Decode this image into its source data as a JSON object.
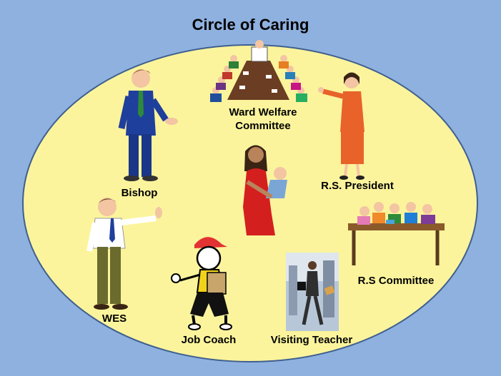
{
  "title": "Circle of Caring",
  "roles": {
    "ward_welfare_committee": "Ward Welfare\nCommittee",
    "rs_president": "R.S. President",
    "bishop": "Bishop",
    "rs_committee": "R.S Committee",
    "wes": "WES",
    "job_coach": "Job Coach",
    "visiting_teacher": "Visiting Teacher"
  },
  "colors": {
    "background": "#8eb1df",
    "circle_fill": "#fbf49c",
    "circle_stroke": "#3f5f8f"
  }
}
